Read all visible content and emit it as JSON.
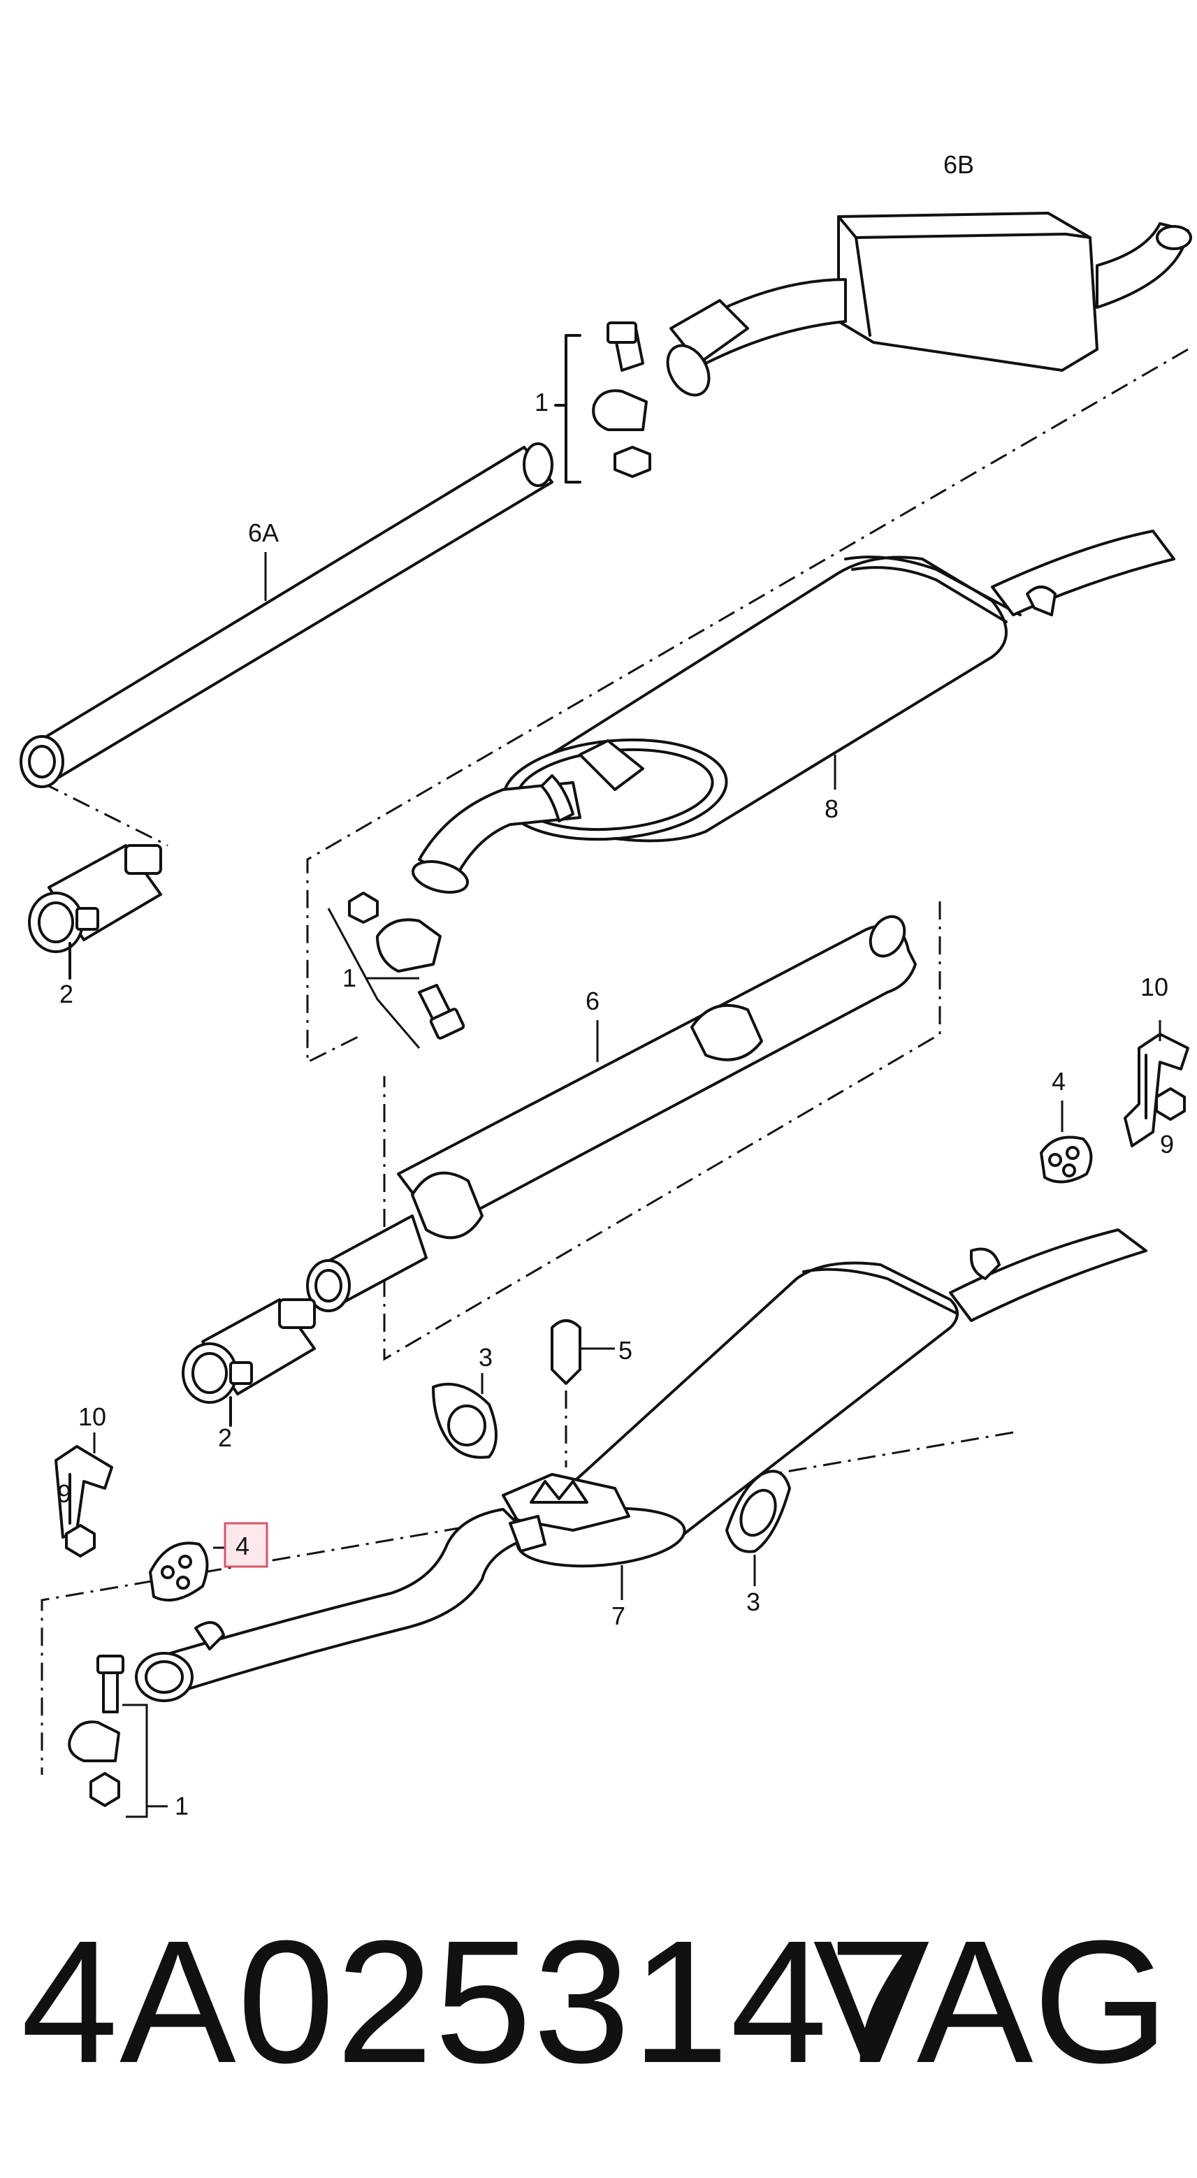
{
  "diagram": {
    "callouts": {
      "c6B": "6B",
      "c6A": "6A",
      "c1_top": "1",
      "c8": "8",
      "c2_top": "2",
      "c1_mid": "1",
      "c6": "6",
      "c10_right": "10",
      "c4_right": "4",
      "c9_right": "9",
      "c5": "5",
      "c3_left": "3",
      "c2_mid": "2",
      "c10_left": "10",
      "c9_left": "9",
      "c4_highlighted": "4",
      "c7": "7",
      "c3_right": "3",
      "c1_bottom": "1"
    },
    "highlight_color": "#d9546a"
  },
  "caption": {
    "part_number": "4A0253147",
    "brand": "VAG"
  }
}
